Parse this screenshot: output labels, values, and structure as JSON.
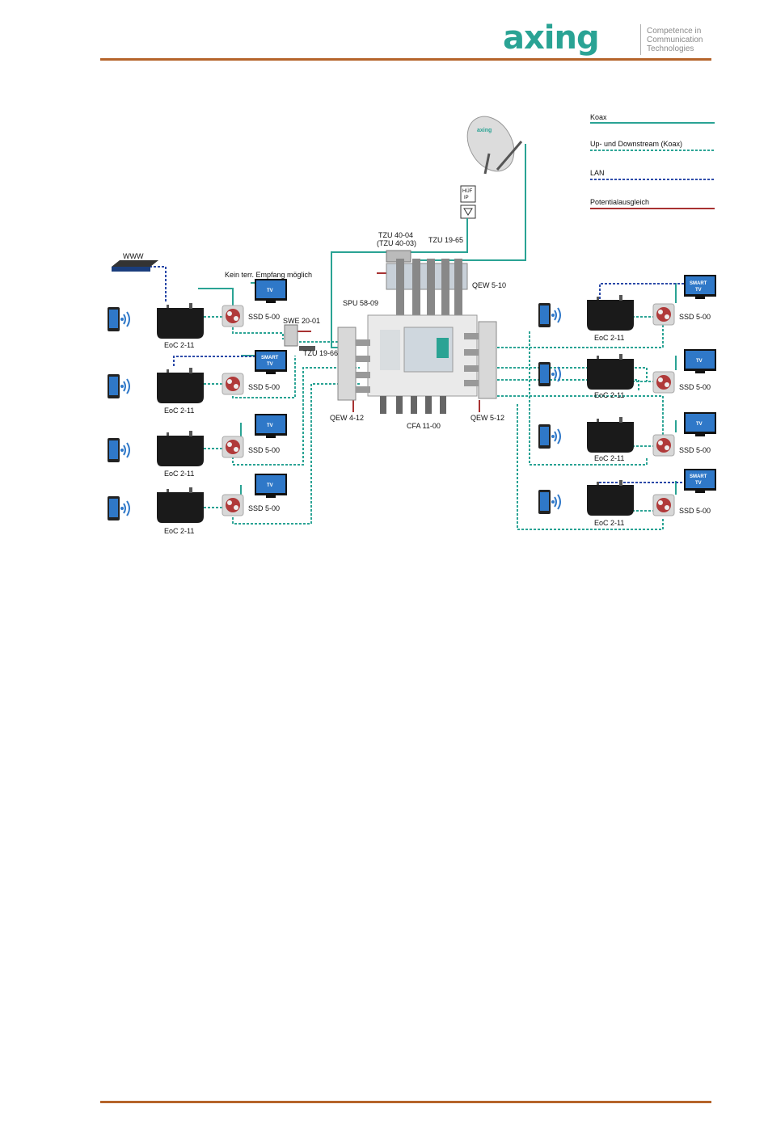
{
  "header": {
    "brand": "axing",
    "tagline": [
      "Competence in",
      "Communication",
      "Technologies"
    ]
  },
  "colors": {
    "coax": "#2aa394",
    "lan": "#2c4aa8",
    "potential": "#a83232",
    "rule": "#b5642a",
    "brand": "#2aa394"
  },
  "legend": {
    "koax": "Koax",
    "updown": "Up- und Downstream (Koax)",
    "lan": "LAN",
    "potential": "Potentialausgleich"
  },
  "labels": {
    "www": "WWW",
    "kein_empfang": "Kein terr. Empfang möglich",
    "huf": "HÜF",
    "ip": "IP",
    "tzu4004": "TZU 40-04",
    "tzu4003": "(TZU 40-03)",
    "tzu1965": "TZU 19-65",
    "qew510": "QEW 5-10",
    "spu5809": "SPU 58-09",
    "swe2001": "SWE 20-01",
    "tzu1966": "TZU 19-66",
    "qew412": "QEW 4-12",
    "cfa1100": "CFA 11-00",
    "qew512": "QEW 5-12",
    "eoc": "EoC 2-11",
    "ssd": "SSD 5-00",
    "tv": "TV",
    "smart": "SMART",
    "smart_tv": "TV"
  }
}
